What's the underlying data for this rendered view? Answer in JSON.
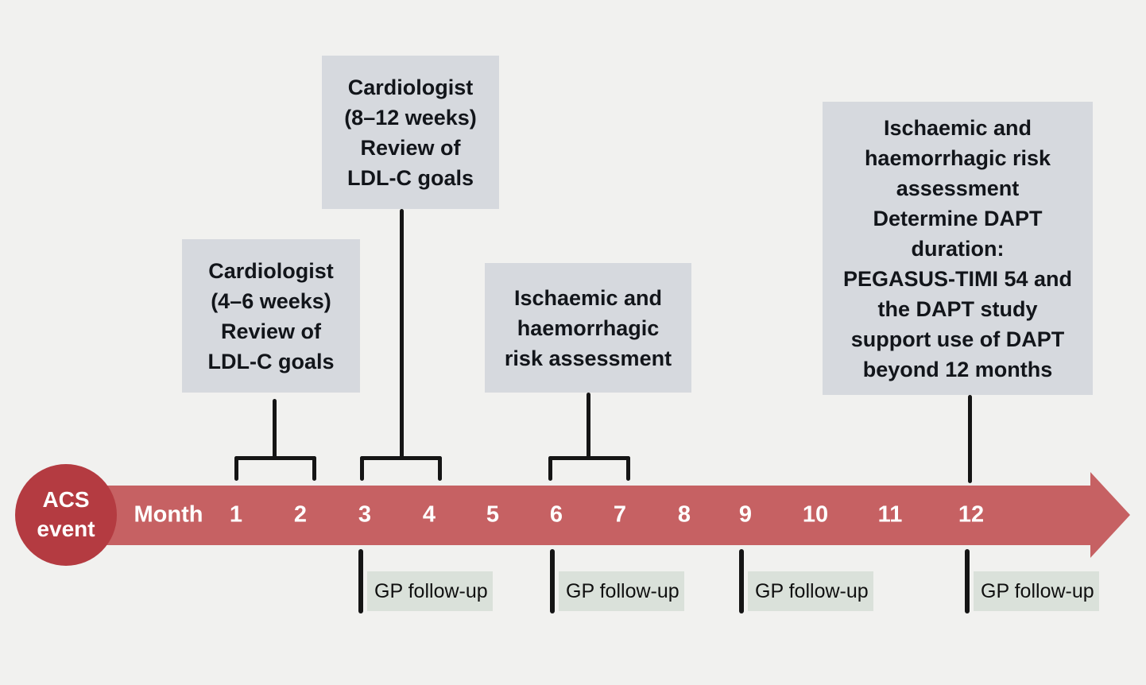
{
  "event_badge": {
    "label": "ACS\nevent"
  },
  "timeline": {
    "axis_label": "Month",
    "months": [
      "1",
      "2",
      "3",
      "4",
      "5",
      "6",
      "7",
      "8",
      "9",
      "10",
      "11",
      "12"
    ]
  },
  "callouts": [
    {
      "id": "cardiologist-4-6-weeks",
      "text": "Cardiologist\n(4–6 weeks)\nReview of\nLDL-C goals",
      "anchor_months": [
        "1",
        "2"
      ]
    },
    {
      "id": "cardiologist-8-12-weeks",
      "text": "Cardiologist\n(8–12 weeks)\nReview of\nLDL-C goals",
      "anchor_months": [
        "3",
        "4"
      ]
    },
    {
      "id": "risk-assessment-6-7",
      "text": "Ischaemic and\nhaemorrhagic\nrisk assessment",
      "anchor_months": [
        "6",
        "7"
      ]
    },
    {
      "id": "risk-assessment-dapt-12",
      "text": "Ischaemic and\nhaemorrhagic risk\nassessment\nDetermine DAPT\nduration:\nPEGASUS-TIMI 54 and\nthe DAPT study\nsupport use of DAPT\nbeyond 12 months",
      "anchor_months": [
        "12"
      ]
    }
  ],
  "gp_followup": {
    "label": "GP follow-up",
    "months": [
      "3",
      "6",
      "9",
      "12"
    ]
  },
  "colors": {
    "background": "#f1f1ef",
    "timeline_bar": "#c66163",
    "event_circle": "#b43b41",
    "callout_box": "#d6d9de",
    "gp_box": "#dae1da",
    "connector": "#151515"
  }
}
